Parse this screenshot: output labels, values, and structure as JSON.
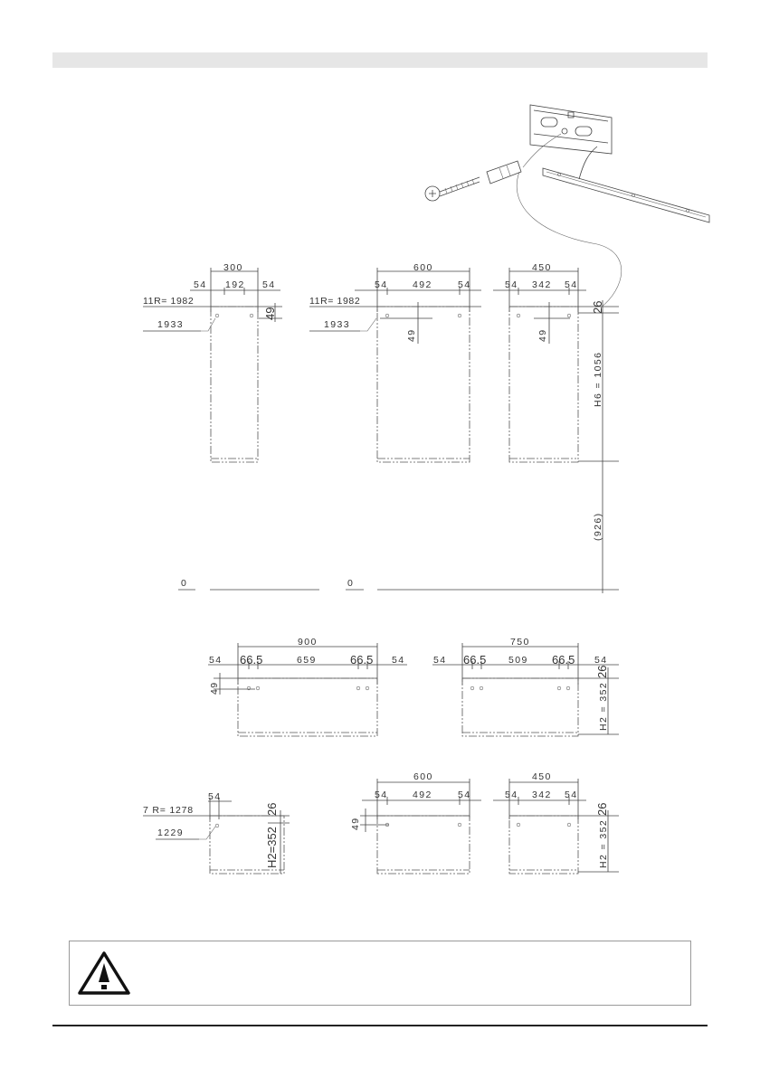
{
  "labels": {
    "r1_c1": {
      "width": "300",
      "left": "54",
      "mid": "192",
      "right": "54",
      "ref": "11R= 1982",
      "ref2": "1933",
      "side": "49"
    },
    "r1_c2": {
      "width": "600",
      "left": "54",
      "mid": "492",
      "right": "54",
      "ref": "11R= 1982",
      "ref2": "1933",
      "side": "49"
    },
    "r1_c3": {
      "width": "450",
      "left": "54",
      "mid": "342",
      "right": "54",
      "side": "49",
      "top": "26",
      "height": "H6 = 1056",
      "gap": "(926)"
    },
    "zero1": "0",
    "zero2": "0",
    "r2_c1": {
      "width": "900",
      "left": "54",
      "a": "66.5",
      "mid": "659",
      "b": "66.5",
      "right": "54",
      "side": "49"
    },
    "r2_c2": {
      "width": "750",
      "left": "54",
      "a": "66.5",
      "mid": "509",
      "b": "66.5",
      "right": "54",
      "top": "26",
      "height": "H2 = 352"
    },
    "r3_c1": {
      "w": "54",
      "ref": "7 R= 1278",
      "ref2": "1229",
      "top": "26",
      "height": "H2=352"
    },
    "r3_c2": {
      "width": "600",
      "left": "54",
      "mid": "492",
      "right": "54",
      "side": "49"
    },
    "r3_c3": {
      "width": "450",
      "left": "54",
      "mid": "342",
      "right": "54",
      "top": "26",
      "height": "H2 = 352"
    }
  }
}
